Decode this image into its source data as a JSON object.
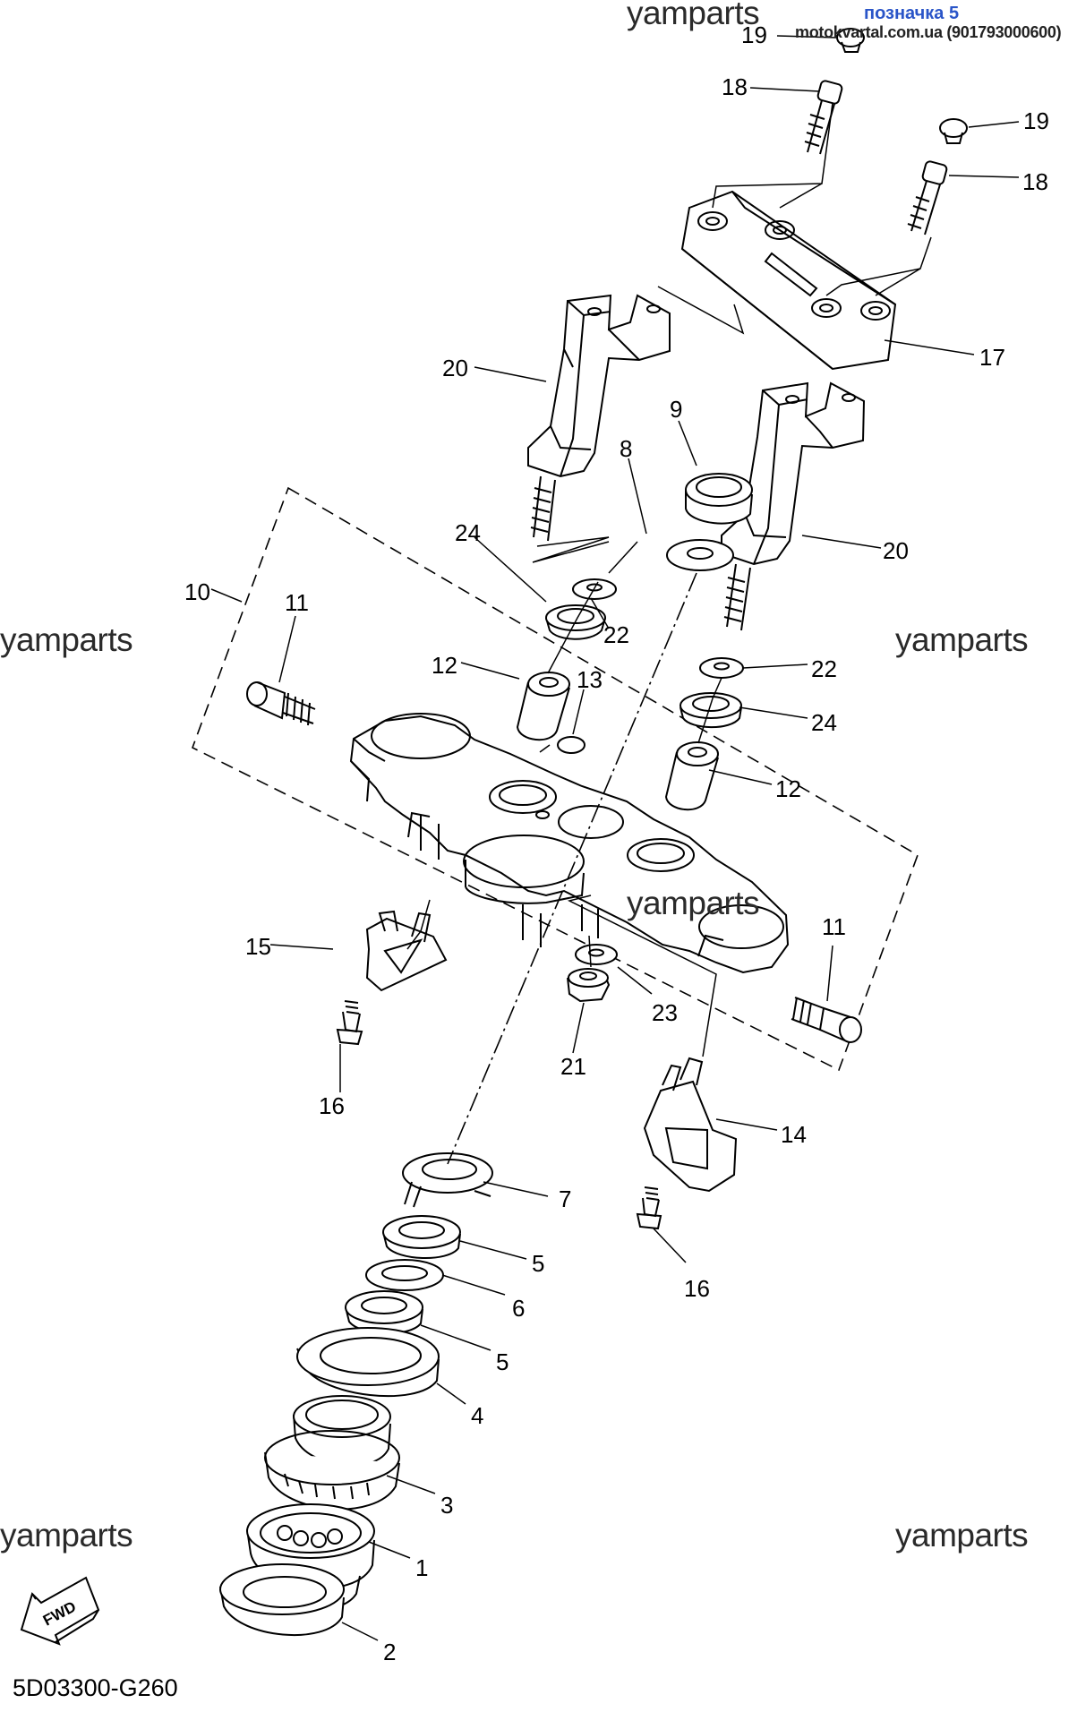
{
  "header": {
    "title": "позначка 5",
    "url": "motokvartal.com.ua (901793000600)"
  },
  "watermarks": [
    "yamparts",
    "yamparts",
    "yamparts",
    "yamparts",
    "yamparts",
    "yamparts"
  ],
  "diagram_code": "5D03300-G260",
  "fwd_label": "FWD",
  "callouts": [
    "19",
    "18",
    "19",
    "18",
    "17",
    "20",
    "9",
    "8",
    "20",
    "24",
    "22",
    "10",
    "11",
    "12",
    "13",
    "22",
    "24",
    "12",
    "15",
    "11",
    "23",
    "16",
    "21",
    "14",
    "7",
    "16",
    "5",
    "6",
    "5",
    "4",
    "3",
    "1",
    "2"
  ]
}
